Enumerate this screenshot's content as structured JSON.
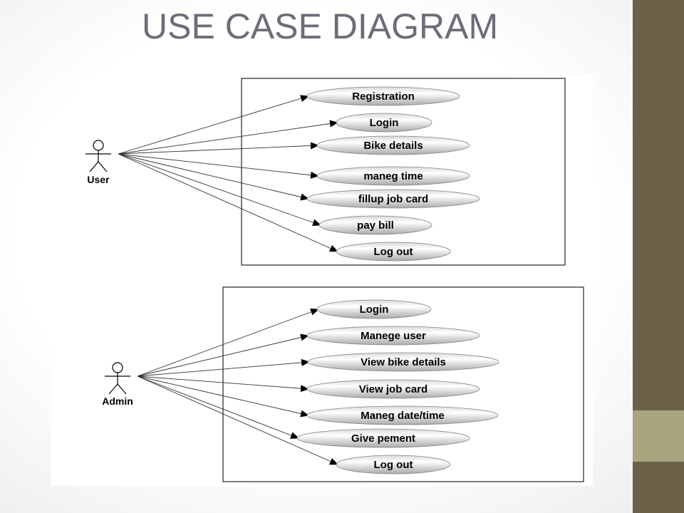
{
  "slide": {
    "title": "USE CASE DIAGRAM",
    "colors": {
      "sidebar": "#6b6149",
      "sidebar_accent": "#a9a57f",
      "title": "#6b6d78"
    }
  },
  "diagrams": [
    {
      "actor": "User",
      "use_cases": [
        "Registration",
        "Login",
        "Bike details",
        "maneg time",
        "fillup job card",
        "pay bill",
        "Log out"
      ]
    },
    {
      "actor": "Admin",
      "use_cases": [
        "Login",
        "Manege user",
        "View bike details",
        "View job card",
        "Maneg date/time",
        "Give pement",
        "Log out"
      ]
    }
  ]
}
